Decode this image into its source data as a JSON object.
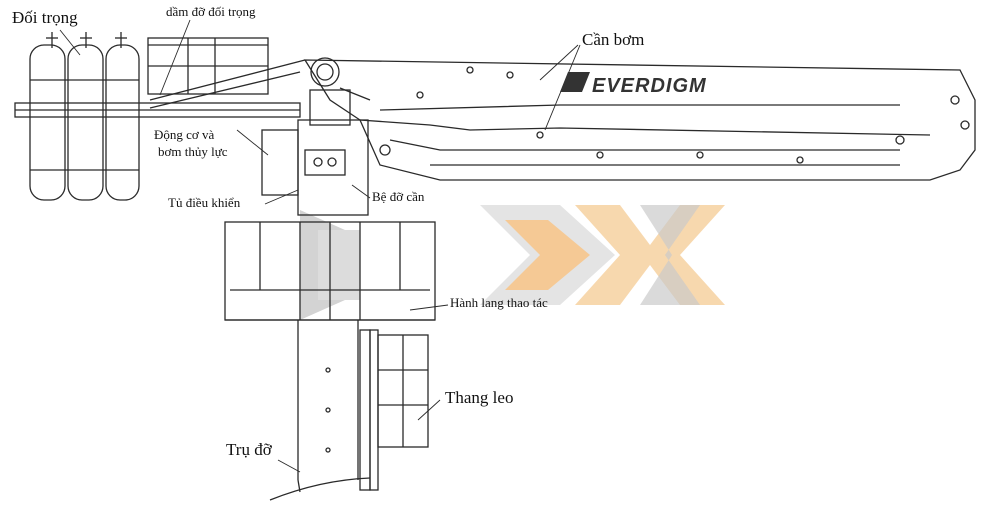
{
  "labels": {
    "counterweight": "Đối trọng",
    "counterweight_beam": "dầm đỡ đối trọng",
    "boom": "Cần bơm",
    "engine_line1": "Động cơ và",
    "engine_line2": "bơm thủy lực",
    "control_cabinet": "Tủ điều khiển",
    "boom_base": "Bệ đỡ cần",
    "walkway": "Hành lang thao tác",
    "ladder": "Thang leo",
    "support_column": "Trụ đỡ"
  },
  "brand_text": "EVERDIGM",
  "colors": {
    "line": "#2a2a2a",
    "watermark_gray": "#c9c9c9",
    "watermark_orange": "#f4c48a"
  }
}
